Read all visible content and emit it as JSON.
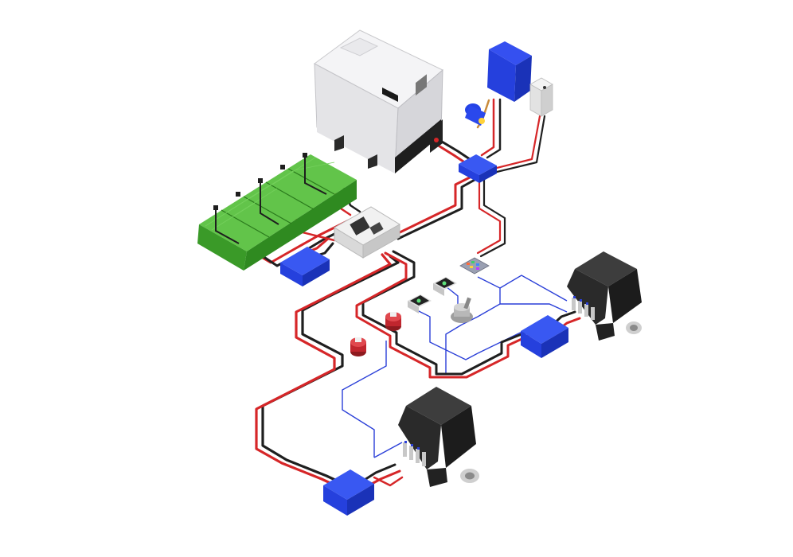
{
  "diagram": {
    "components": [
      {
        "id": "generator",
        "icon": "generator-enclosure-icon",
        "color": "#e6e6e8"
      },
      {
        "id": "shore-charger",
        "icon": "charger-box-icon",
        "color": "#1f3ee0"
      },
      {
        "id": "shore-plug",
        "icon": "power-plug-icon",
        "color": "#2443e6"
      },
      {
        "id": "ac-outlet",
        "icon": "outlet-icon",
        "color": "#e8e8e8"
      },
      {
        "id": "battery-bank",
        "icon": "battery-bank-icon",
        "color": "#3fa52b"
      },
      {
        "id": "distribution-hub",
        "icon": "junction-box-icon",
        "color": "#eeeeee"
      },
      {
        "id": "battery-switch-1",
        "icon": "isolator-switch-icon",
        "color": "#c0262e"
      },
      {
        "id": "battery-switch-2",
        "icon": "isolator-switch-icon",
        "color": "#c0262e"
      },
      {
        "id": "display-panel-1",
        "icon": "display-panel-icon",
        "color": "#222222"
      },
      {
        "id": "display-panel-2",
        "icon": "display-panel-icon",
        "color": "#222222"
      },
      {
        "id": "color-control-panel",
        "icon": "control-panel-icon",
        "color": "#8a8fa0"
      },
      {
        "id": "throttle-lever",
        "icon": "throttle-icon",
        "color": "#b8b8b8"
      },
      {
        "id": "controller-generator",
        "icon": "controller-box-icon",
        "color": "#1f3ee0"
      },
      {
        "id": "controller-battery",
        "icon": "controller-box-icon",
        "color": "#1f3ee0"
      },
      {
        "id": "controller-motor-right",
        "icon": "controller-box-icon",
        "color": "#1f3ee0"
      },
      {
        "id": "controller-motor-left",
        "icon": "controller-box-icon",
        "color": "#1f3ee0"
      },
      {
        "id": "motor-right",
        "icon": "electric-motor-icon",
        "color": "#2b2b2b"
      },
      {
        "id": "motor-left",
        "icon": "electric-motor-icon",
        "color": "#2b2b2b"
      }
    ],
    "cables": {
      "positive_color": "#d62628",
      "negative_color": "#1f1f1f",
      "signal_color": "#2a3fd8",
      "ac_color": "#c98a3a"
    }
  }
}
